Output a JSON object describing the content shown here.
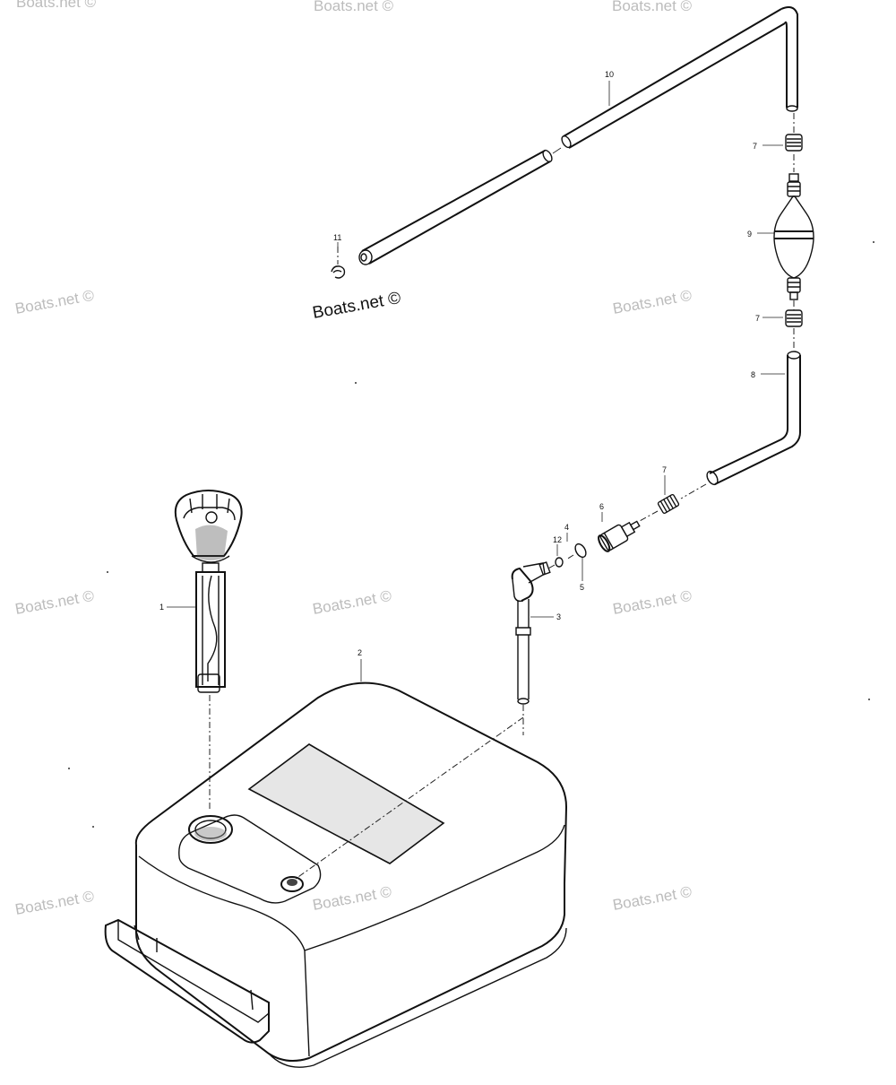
{
  "watermark_text": "Boats.net ©",
  "main_watermark_text": "Boats.net ©",
  "callouts": {
    "c1": "1",
    "c2": "2",
    "c3": "3",
    "c4": "4",
    "c5": "5",
    "c6": "6",
    "c7a": "7",
    "c7b": "7",
    "c7c": "7",
    "c8": "8",
    "c9": "9",
    "c10": "10",
    "c11": "11",
    "c12": "12"
  },
  "colors": {
    "ink": "#111111",
    "watermark": "#bcbcbc",
    "decal_fill": "#e6e6e6"
  }
}
